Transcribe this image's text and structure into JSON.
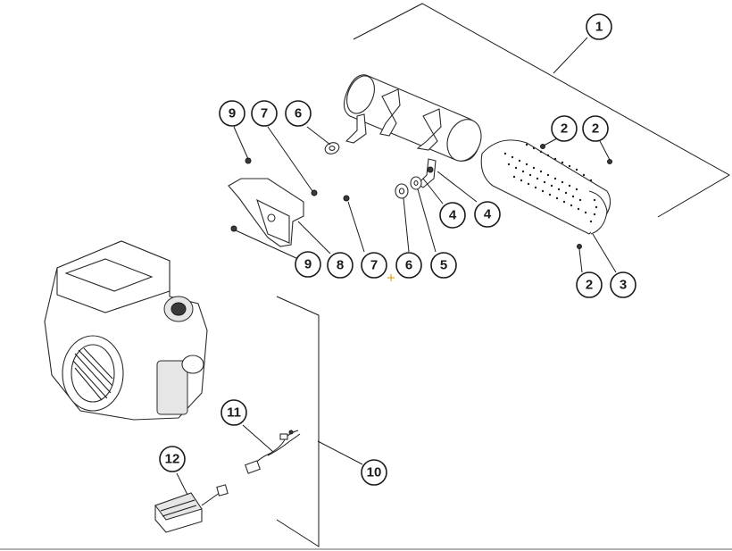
{
  "callouts": [
    {
      "id": "c1",
      "label": "1"
    },
    {
      "id": "c2a",
      "label": "2"
    },
    {
      "id": "c2b",
      "label": "2"
    },
    {
      "id": "c2c",
      "label": "2"
    },
    {
      "id": "c3",
      "label": "3"
    },
    {
      "id": "c4a",
      "label": "4"
    },
    {
      "id": "c4b",
      "label": "4"
    },
    {
      "id": "c5",
      "label": "5"
    },
    {
      "id": "c6a",
      "label": "6"
    },
    {
      "id": "c6b",
      "label": "6"
    },
    {
      "id": "c7a",
      "label": "7"
    },
    {
      "id": "c7b",
      "label": "7"
    },
    {
      "id": "c8",
      "label": "8"
    },
    {
      "id": "c9a",
      "label": "9"
    },
    {
      "id": "c9b",
      "label": "9"
    },
    {
      "id": "c10",
      "label": "10"
    },
    {
      "id": "c11",
      "label": "11"
    },
    {
      "id": "c12",
      "label": "12"
    }
  ],
  "colors": {
    "line": "#1a1a1a",
    "background": "#ffffff",
    "marker": "#e0a020"
  }
}
